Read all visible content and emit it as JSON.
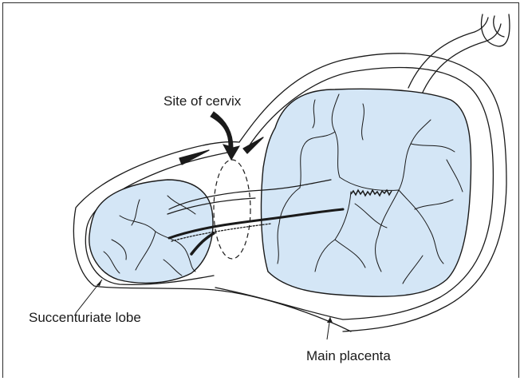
{
  "labels": {
    "site_of_cervix": "Site of cervix",
    "succenturiate_lobe": "Succenturiate lobe",
    "main_placenta": "Main placenta"
  },
  "colors": {
    "placenta_fill": "#d4e6f6",
    "outline": "#1a1a1a",
    "background": "#ffffff"
  }
}
